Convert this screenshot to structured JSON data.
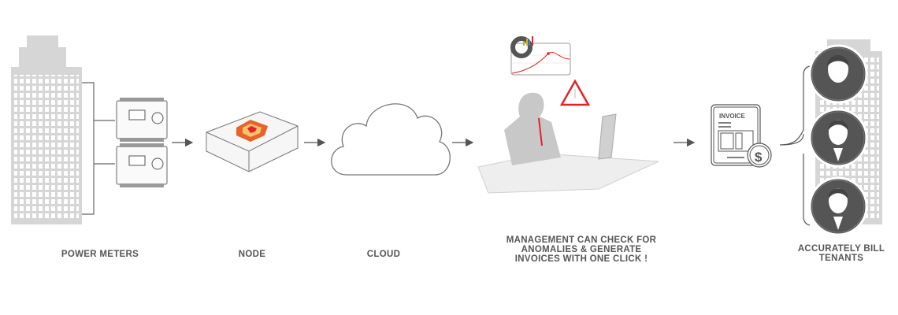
{
  "steps": [
    {
      "label": "POWER METERS",
      "icon": "power-meters-icon"
    },
    {
      "label": "NODE",
      "icon": "node-icon"
    },
    {
      "label": "CLOUD",
      "icon": "cloud-icon"
    },
    {
      "label_lines": [
        "MANAGEMENT CAN CHECK FOR",
        "ANOMALIES & GENERATE",
        "INVOICES WITH ONE CLICK !"
      ],
      "icon": "management-icon"
    },
    {
      "label_lines": [
        "ACCURATELY BILL",
        "TENANTS"
      ],
      "icon": "tenants-icon"
    }
  ],
  "invoice": {
    "title": "INVOICE"
  },
  "colors": {
    "gray": "#c8c8c8",
    "dark": "#555555",
    "accent": "#e32228",
    "text": "#555555"
  }
}
